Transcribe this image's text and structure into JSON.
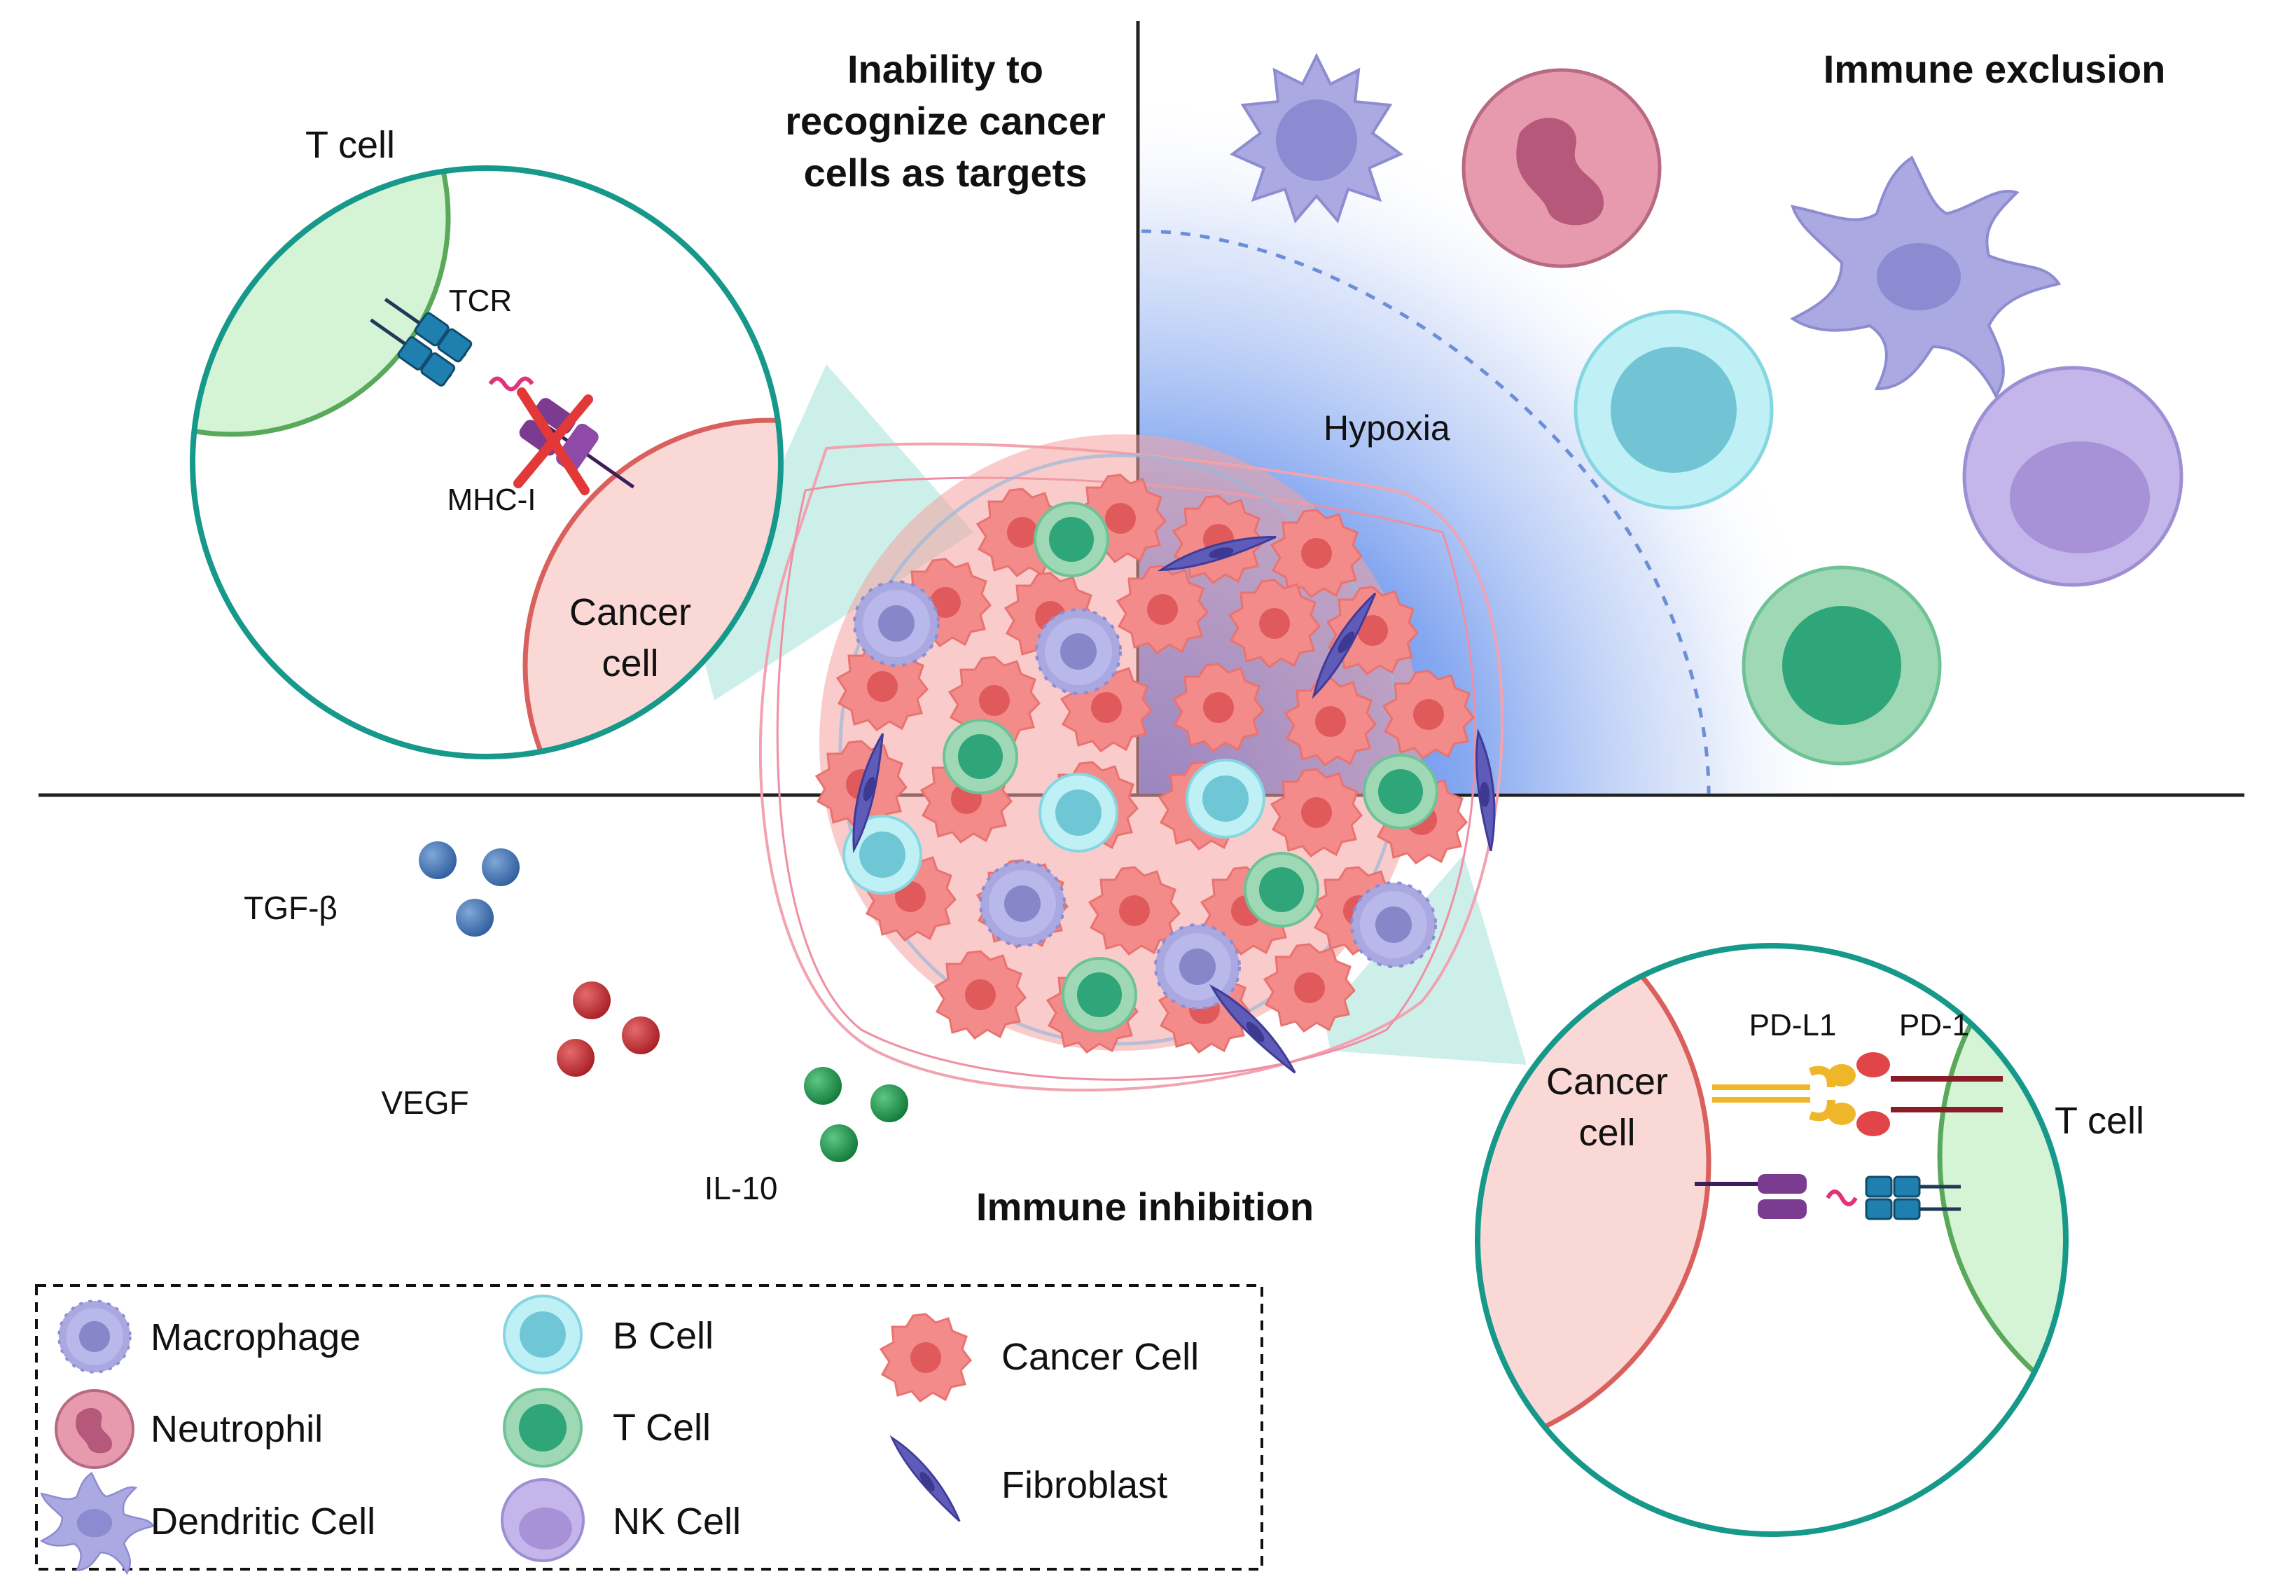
{
  "sections": {
    "recognition_title_1": "Inability to",
    "recognition_title_2": "recognize cancer",
    "recognition_title_3": "cells as targets",
    "exclusion_title": "Immune exclusion",
    "inhibition_title": "Immune inhibition"
  },
  "recognition_zoom": {
    "t_cell": "T cell",
    "tcr": "TCR",
    "mhc": "MHC-I",
    "cancer_cell_1": "Cancer",
    "cancer_cell_2": "cell"
  },
  "exclusion": {
    "hypoxia": "Hypoxia"
  },
  "inhibition_zoom": {
    "cancer_cell_1": "Cancer",
    "cancer_cell_2": "cell",
    "t_cell": "T cell",
    "pdl1": "PD-L1",
    "pd1": "PD-1"
  },
  "cytokines": {
    "tgfb": "TGF-β",
    "vegf": "VEGF",
    "il10": "IL-10"
  },
  "legend": {
    "macrophage": "Macrophage",
    "neutrophil": "Neutrophil",
    "dendritic": "Dendritic Cell",
    "b_cell": "B Cell",
    "t_cell": "T Cell",
    "nk_cell": "NK Cell",
    "cancer_cell": "Cancer Cell",
    "fibroblast": "Fibroblast"
  },
  "colors": {
    "teal_ring": "#16998a",
    "t_cell_fill": "#d5f3d5",
    "t_cell_edge": "#5aa85a",
    "cancer_fill": "#f9d8d6",
    "cancer_edge": "#d9605d",
    "hypoxia_blue": "#3a6fe0",
    "tgfb": "#2f5f9e",
    "vegf": "#b82a2e",
    "il10": "#1f8e4a"
  }
}
